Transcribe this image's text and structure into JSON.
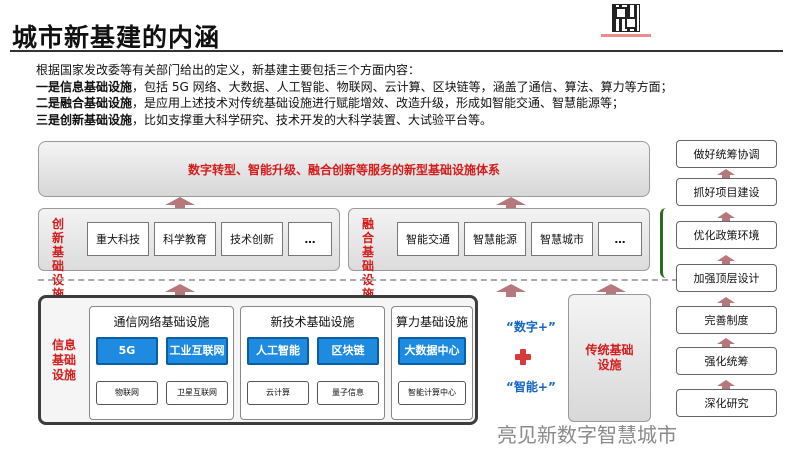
{
  "title": "城市新基建的内涵",
  "intro": {
    "line1": "根据国家发改委等有关部门给出的定义，新基建主要包括三个方面内容：",
    "item1_bold": "一是信息基础设施",
    "item1_rest": "，包括 5G 网络、大数据、人工智能、物联网、云计算、区块链等，涵盖了通信、算法、算力等方面；",
    "item2_bold": "二是融合基础设施",
    "item2_rest": "，是应用上述技术对传统基础设施进行赋能增效、改造升级，形成如智能交通、智慧能源等；",
    "item3_bold": "三是创新基础设施",
    "item3_rest": "，比如支撑重大科学研究、技术开发的大科学装置、大试验平台等。"
  },
  "top_band": "数字转型、智能升级、融合创新等服务的新型基础设施体系",
  "innovation": {
    "label": "创新基础设施",
    "items": [
      "重大科技",
      "科学教育",
      "技术创新",
      "…"
    ]
  },
  "fusion": {
    "label": "融合基础设施",
    "items": [
      "智能交通",
      "智慧能源",
      "智慧城市",
      "…"
    ]
  },
  "info": {
    "label": "信息基础设施",
    "groups": [
      {
        "title": "通信网络基础设施",
        "blue": [
          "5G",
          "工业互联网"
        ],
        "white": [
          "物联网",
          "卫星互联网"
        ]
      },
      {
        "title": "新技术基础设施",
        "blue": [
          "人工智能",
          "区块链"
        ],
        "white": [
          "云计算",
          "量子信息"
        ]
      },
      {
        "title": "算力基础设施",
        "blue": [
          "大数据中心"
        ],
        "white": [
          "智能计算中心"
        ]
      }
    ]
  },
  "digital_plus": "“数字+”",
  "smart_plus": "“智能+”",
  "traditional": "传统基础设施",
  "right_items": [
    "做好统筹协调",
    "抓好项目建设",
    "优化政策环境",
    "加强顶层设计",
    "完善制度",
    "强化统筹",
    "深化研究"
  ],
  "watermark": "亮见新数字智慧城市",
  "colors": {
    "accent_red": "#d41d1d",
    "blue_fill": "#1e8be0",
    "blue_text": "#1466c1",
    "arrow": "#b7787d"
  },
  "icons": {
    "qr": "qr-code-icon",
    "plus": "red-plus-icon"
  }
}
